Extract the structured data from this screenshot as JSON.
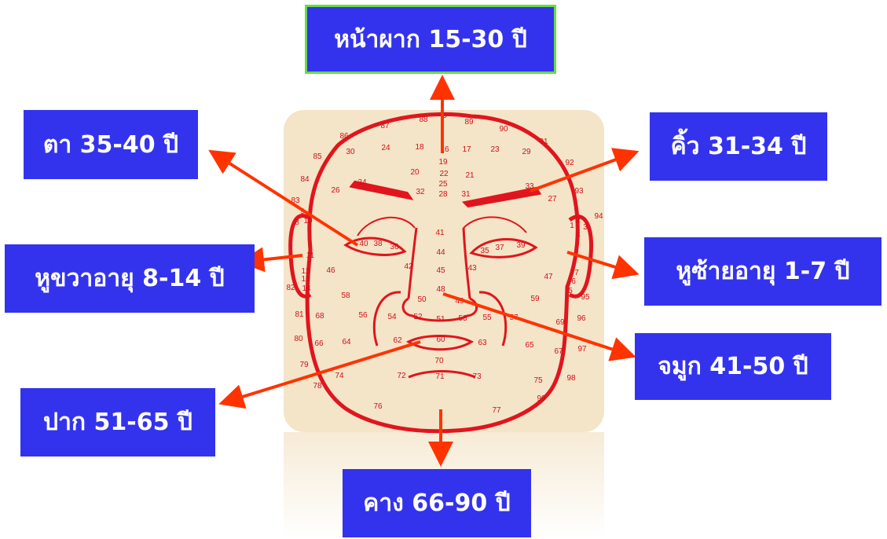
{
  "labels": {
    "forehead": "หน้าผาก 15-30 ปี",
    "eyes": "ตา 35-40 ปี",
    "eyebrows": "คิ้ว 31-34 ปี",
    "right_ear": "หูขวาอายุ 8-14 ปี",
    "left_ear": "หูซ้ายอายุ 1-7 ปี",
    "nose": "จมูก 41-50 ปี",
    "mouth": "ปาก 51-65 ปี",
    "chin": "คาง 66-90 ปี"
  },
  "colors": {
    "label_bg": "#3333ee",
    "label_text": "#ffffff",
    "arrow": "#ff3300",
    "face_line": "#e0151d",
    "panel_bg": "#f4e4c8",
    "forehead_border": "#66dd44"
  },
  "face_numbers": [
    "87",
    "88",
    "5",
    "89",
    "90",
    "86",
    "30",
    "24",
    "18",
    "16",
    "17",
    "23",
    "29",
    "91",
    "85",
    "19",
    "92",
    "20",
    "22",
    "21",
    "84",
    "34",
    "25",
    "33",
    "26",
    "32",
    "28",
    "31",
    "27",
    "93",
    "83",
    "94",
    "9",
    "8",
    "10",
    "1",
    "2",
    "3",
    "4",
    "41",
    "11",
    "40",
    "38",
    "36",
    "35",
    "37",
    "39",
    "44",
    "12",
    "46",
    "42",
    "45",
    "43",
    "47",
    "7",
    "13",
    "6",
    "82",
    "14",
    "48",
    "5",
    "58",
    "50",
    "49",
    "59",
    "95",
    "81",
    "68",
    "56",
    "54",
    "52",
    "51",
    "53",
    "55",
    "57",
    "69",
    "96",
    "80",
    "66",
    "64",
    "62",
    "60",
    "63",
    "65",
    "67",
    "97",
    "79",
    "70",
    "74",
    "72",
    "71",
    "73",
    "75",
    "98",
    "78",
    "99",
    "76",
    "77"
  ]
}
